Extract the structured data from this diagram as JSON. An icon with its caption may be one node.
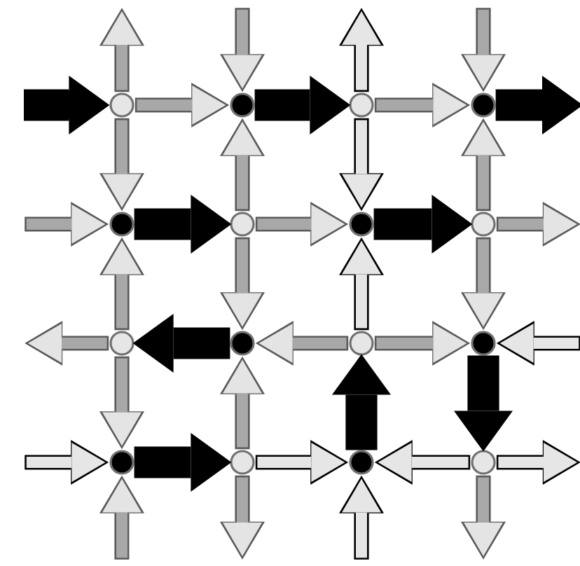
{
  "diagram": {
    "nodes": [
      {
        "text": [],
        "shape": "circle"
      },
      {
        "text": [],
        "shape": "dot"
      },
      {
        "text": [],
        "shape": "circle"
      },
      {
        "text": [],
        "shape": "dot"
      },
      {
        "text": [],
        "shape": "dot"
      },
      {
        "text": [],
        "shape": "circle"
      },
      {
        "text": [],
        "shape": "dot"
      },
      {
        "text": [],
        "shape": "circle"
      },
      {
        "text": [],
        "shape": "circle"
      },
      {
        "text": [],
        "shape": "dot"
      },
      {
        "text": [],
        "shape": "circle"
      },
      {
        "text": [],
        "shape": "dot"
      },
      {
        "text": [],
        "shape": "dot"
      },
      {
        "text": [],
        "shape": "circle"
      },
      {
        "text": [],
        "shape": "dot"
      },
      {
        "text": [],
        "shape": "circle"
      }
    ],
    "edges": [
      {
        "from": null,
        "to": 0,
        "arrow": "to",
        "style": "thick",
        "color": "#000000"
      },
      {
        "from": 0,
        "to": 1,
        "arrow": "to"
      },
      {
        "from": 1,
        "to": 2,
        "arrow": "to",
        "style": "thick",
        "color": "#000000"
      },
      {
        "from": 2,
        "to": 3,
        "arrow": "to"
      },
      {
        "from": 3,
        "to": null,
        "arrow": "to",
        "style": "thick",
        "color": "#000000"
      },
      {
        "from": 0,
        "to": null,
        "arrow": "to"
      },
      {
        "from": null,
        "to": 1,
        "arrow": "to"
      },
      {
        "from": 2,
        "to": null,
        "arrow": "to",
        "color": "#000000"
      },
      {
        "from": null,
        "to": 3,
        "arrow": "to"
      },
      {
        "from": 0,
        "to": 4,
        "arrow": "to"
      },
      {
        "from": 5,
        "to": 1,
        "arrow": "to"
      },
      {
        "from": 2,
        "to": 6,
        "arrow": "to",
        "color": "#000000"
      },
      {
        "from": 7,
        "to": 3,
        "arrow": "to"
      },
      {
        "from": null,
        "to": 4,
        "arrow": "to"
      },
      {
        "from": 4,
        "to": 5,
        "arrow": "to",
        "style": "thick",
        "color": "#000000"
      },
      {
        "from": 5,
        "to": 6,
        "arrow": "to"
      },
      {
        "from": 6,
        "to": 7,
        "arrow": "to",
        "style": "thick",
        "color": "#000000"
      },
      {
        "from": 7,
        "to": null,
        "arrow": "to"
      },
      {
        "from": 8,
        "to": 4,
        "arrow": "to"
      },
      {
        "from": 5,
        "to": 9,
        "arrow": "to"
      },
      {
        "from": 10,
        "to": 6,
        "arrow": "to",
        "color": "#000000"
      },
      {
        "from": 7,
        "to": 11,
        "arrow": "to"
      },
      {
        "from": 8,
        "to": null,
        "arrow": "to"
      },
      {
        "from": 9,
        "to": 8,
        "arrow": "to",
        "style": "thick",
        "color": "#000000"
      },
      {
        "from": 10,
        "to": 9,
        "arrow": "to"
      },
      {
        "from": 10,
        "to": 11,
        "arrow": "to"
      },
      {
        "from": null,
        "to": 11,
        "arrow": "to",
        "color": "#000000"
      },
      {
        "from": 8,
        "to": 12,
        "arrow": "to"
      },
      {
        "from": 13,
        "to": 9,
        "arrow": "to"
      },
      {
        "from": 14,
        "to": 10,
        "arrow": "to",
        "style": "thick",
        "color": "#000000"
      },
      {
        "from": 11,
        "to": 15,
        "arrow": "to",
        "style": "thick",
        "color": "#000000"
      },
      {
        "from": null,
        "to": 12,
        "arrow": "to",
        "color": "#000000"
      },
      {
        "from": 12,
        "to": 13,
        "arrow": "to",
        "style": "thick",
        "color": "#000000"
      },
      {
        "from": 13,
        "to": 14,
        "arrow": "to",
        "color": "#000000"
      },
      {
        "from": 15,
        "to": 14,
        "arrow": "to",
        "color": "#000000"
      },
      {
        "from": 15,
        "to": null,
        "arrow": "to",
        "color": "#000000"
      },
      {
        "from": null,
        "to": 12,
        "arrow": "to"
      },
      {
        "from": 13,
        "to": null,
        "arrow": "to"
      },
      {
        "from": null,
        "to": 14,
        "arrow": "to",
        "color": "#000000"
      },
      {
        "from": 15,
        "to": null,
        "arrow": "to"
      }
    ]
  }
}
